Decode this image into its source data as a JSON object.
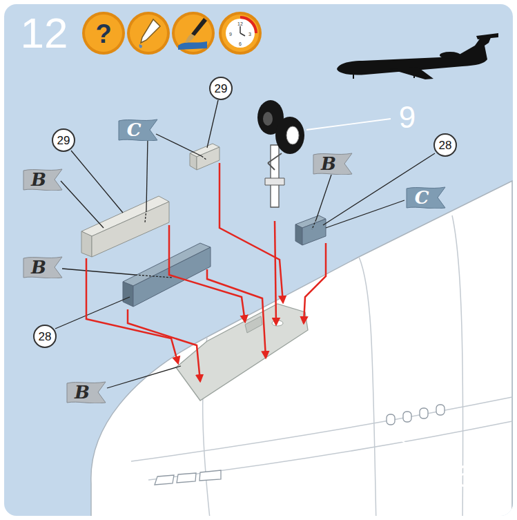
{
  "diagram": {
    "title": "12",
    "nodes": [
      {
        "text": [
          "29"
        ]
      },
      {
        "text": [
          "29"
        ]
      },
      {
        "text": [
          "C"
        ]
      },
      {
        "text": [
          "28"
        ]
      },
      {
        "text": [
          "B"
        ]
      },
      {
        "text": [
          "B"
        ]
      },
      {
        "text": [
          "C"
        ]
      },
      {
        "text": [
          "B"
        ]
      },
      {
        "text": [
          "28"
        ]
      },
      {
        "text": [
          "B"
        ]
      }
    ],
    "labels": [
      "?",
      "12",
      "3",
      "6",
      "9",
      "9",
      "6"
    ]
  }
}
